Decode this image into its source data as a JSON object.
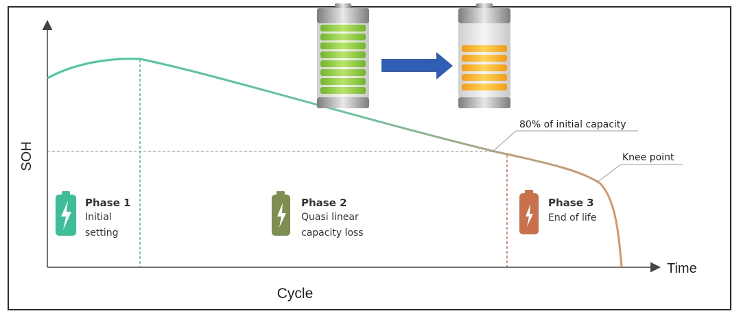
{
  "axes": {
    "y_label": "SOH",
    "x_label": "Cycle",
    "x_arrow_label": "Time"
  },
  "annotations": {
    "capacity_80": "80% of initial capacity",
    "knee_point": "Knee point"
  },
  "phases": [
    {
      "title": "Phase 1",
      "line1": "Initial",
      "line2": "setting",
      "color": "#3dbd98"
    },
    {
      "title": "Phase 2",
      "line1": "Quasi linear",
      "line2": "capacity loss",
      "color": "#7e8d52"
    },
    {
      "title": "Phase 3",
      "line1": "End of life",
      "line2": "",
      "color": "#c9714d"
    }
  ],
  "colors": {
    "curve_start": "#43c9a0",
    "curve_end": "#d9956a",
    "phase1_divider": "#3dbd98",
    "phase3_divider": "#d0714d",
    "arrow": "#2f5fb5",
    "battery_full": "#8ccf3a",
    "battery_low": "#f5b21c"
  },
  "icons": {
    "phase_battery": "battery-bolt-icon",
    "transition_arrow": "arrow-right-icon"
  }
}
